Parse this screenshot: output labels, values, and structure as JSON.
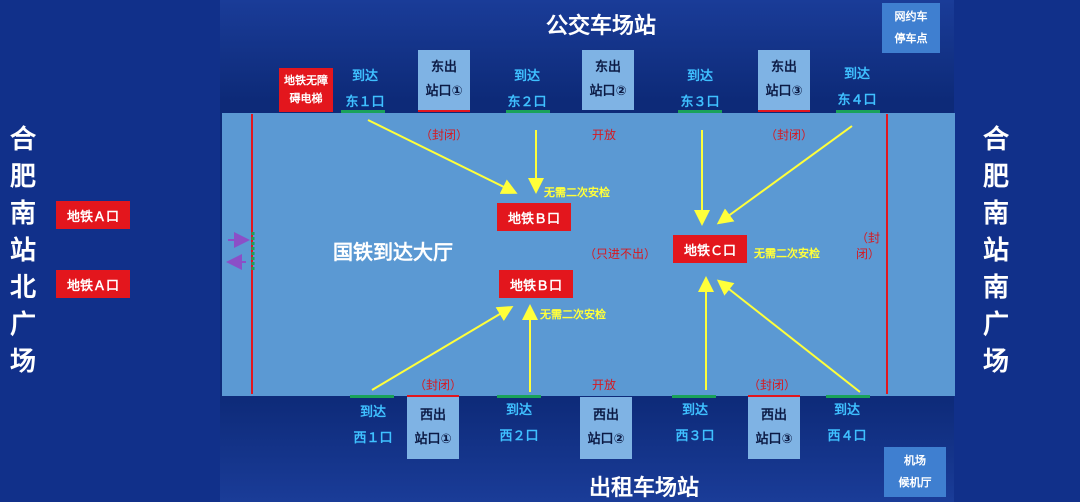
{
  "titles": {
    "top": "公交车场站",
    "bottom": "出租车场站",
    "hall": "国铁到达大厅"
  },
  "sides": {
    "left": "合肥南站北广场",
    "right": "合肥南站南广场"
  },
  "corners": {
    "top_right": [
      "网约车",
      "停车点"
    ],
    "bottom_right": [
      "机场",
      "候机厅"
    ]
  },
  "accessible_elevator": [
    "地铁无障",
    "碍电梯"
  ],
  "metro": {
    "a1": "地铁Ａ口",
    "a2": "地铁Ａ口",
    "b_top": "地铁Ｂ口",
    "b_bottom": "地铁Ｂ口",
    "c": "地铁Ｃ口"
  },
  "no_security": {
    "b_top": "无需二次安检",
    "b_bottom": "无需二次安检",
    "c": "无需二次安检"
  },
  "only_in": "（只进不出）",
  "top_exits": [
    {
      "label": "东出",
      "label2": "站口①"
    },
    {
      "label": "东出",
      "label2": "站口②"
    },
    {
      "label": "东出",
      "label2": "站口③"
    }
  ],
  "top_arrivals": [
    {
      "label": "到达",
      "label2": "东１口"
    },
    {
      "label": "到达",
      "label2": "东２口"
    },
    {
      "label": "到达",
      "label2": "东３口"
    },
    {
      "label": "到达",
      "label2": "东４口"
    }
  ],
  "bottom_exits": [
    {
      "label": "西出",
      "label2": "站口①"
    },
    {
      "label": "西出",
      "label2": "站口②"
    },
    {
      "label": "西出",
      "label2": "站口③"
    }
  ],
  "bottom_arrivals": [
    {
      "label": "到达",
      "label2": "西１口"
    },
    {
      "label": "到达",
      "label2": "西２口"
    },
    {
      "label": "到达",
      "label2": "西３口"
    },
    {
      "label": "到达",
      "label2": "西４口"
    }
  ],
  "status": {
    "closed": "（封闭）",
    "open": "开放",
    "closed_right_1": "（封",
    "closed_right_2": "闭）"
  }
}
